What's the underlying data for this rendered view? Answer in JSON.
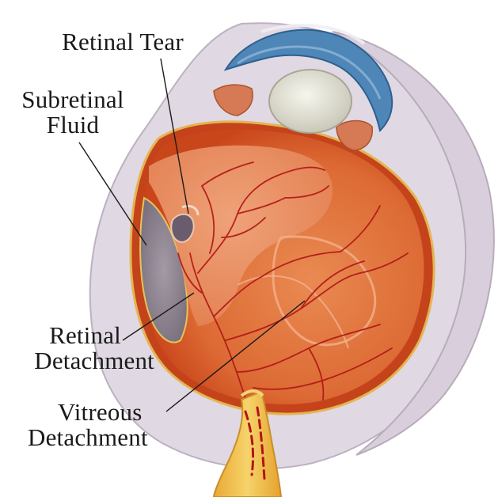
{
  "labels": {
    "retinal_tear": "Retinal Tear",
    "subretinal_fluid": [
      "Subretinal",
      "Fluid"
    ],
    "retinal_detachment": [
      "Retinal",
      "Detachment"
    ],
    "vitreous_detachment": [
      "Vitreous",
      "Detachment"
    ]
  },
  "colors": {
    "sclera": "#ddd6df",
    "choroid_red": "#d8521f",
    "vitreous_orange": "#e07a45",
    "detached_retina": "#e8946a",
    "cornea_blue": "#4f86b8",
    "lens": "#e6e4d6",
    "optic_nerve": "#f2c24a",
    "vessel": "#b01515"
  }
}
